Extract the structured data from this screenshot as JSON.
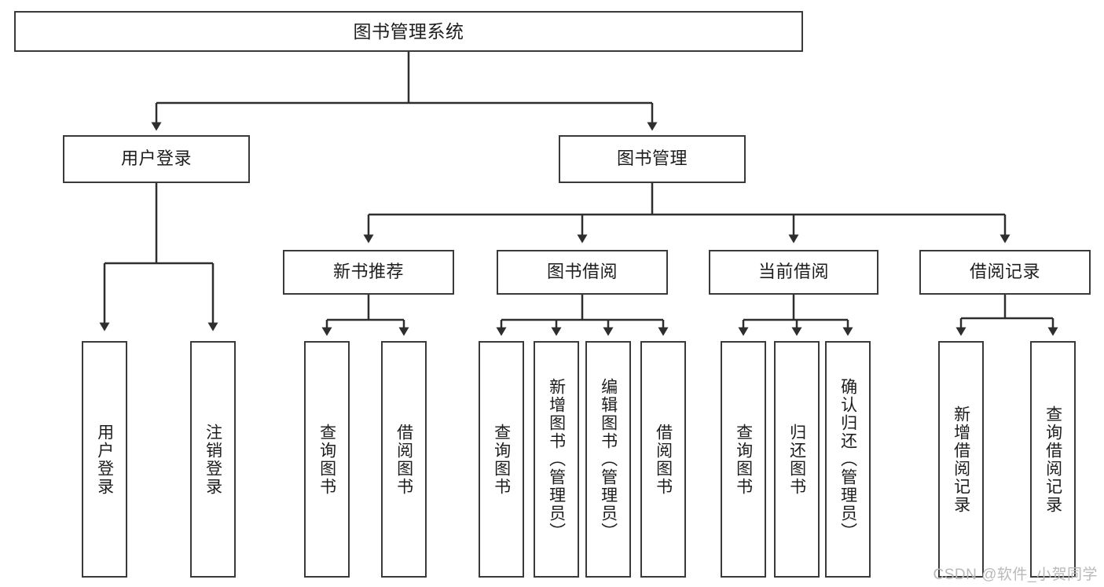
{
  "diagram": {
    "type": "tree",
    "title": "图书管理系统",
    "watermark": "CSDN @软件_小贺同学",
    "colors": {
      "box_border": "#3a3a3a",
      "connector": "#2e2e2e",
      "background": "#ffffff",
      "text": "#1d1d1d",
      "watermark": "#b9b9b9"
    }
  },
  "nodes": {
    "root": {
      "label": "图书管理系统"
    },
    "level1": [
      {
        "label": "用户登录"
      },
      {
        "label": "图书管理"
      }
    ],
    "level2": [
      {
        "label": "新书推荐"
      },
      {
        "label": "图书借阅"
      },
      {
        "label": "当前借阅"
      },
      {
        "label": "借阅记录"
      }
    ],
    "leaves": {
      "user_login": [
        {
          "label": "用户登录"
        },
        {
          "label": "注销登录"
        }
      ],
      "new_book_recommend": [
        {
          "label": "查询图书"
        },
        {
          "label": "借阅图书"
        }
      ],
      "book_borrow": [
        {
          "label": "查询图书"
        },
        {
          "label": "新增图书（管理员）"
        },
        {
          "label": "编辑图书（管理员）"
        },
        {
          "label": "借阅图书"
        }
      ],
      "current_borrow": [
        {
          "label": "查询图书"
        },
        {
          "label": "归还图书"
        },
        {
          "label": "确认归还（管理员）"
        }
      ],
      "borrow_record": [
        {
          "label": "新增借阅记录"
        },
        {
          "label": "查询借阅记录"
        }
      ]
    }
  }
}
